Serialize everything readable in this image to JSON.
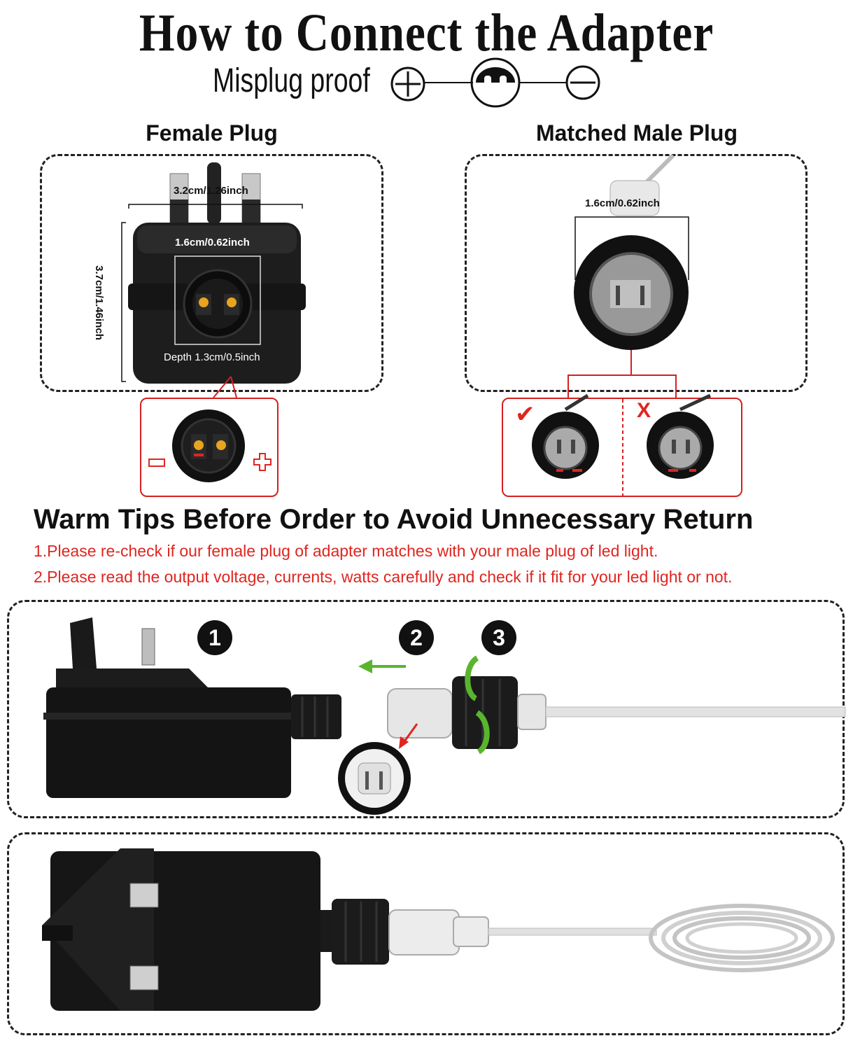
{
  "header": {
    "title": "How to Connect the Adapter",
    "misplug": "Misplug proof"
  },
  "female": {
    "heading": "Female Plug",
    "width": "3.2cm/1.26inch",
    "socket_width": "1.6cm/0.62inch",
    "height": "3.7cm/1.46inch",
    "depth": "Depth 1.3cm/0.5inch"
  },
  "male": {
    "heading": "Matched Male Plug",
    "width": "1.6cm/0.62inch",
    "correct_mark": "✔",
    "wrong_mark": "X"
  },
  "tips": {
    "heading": "Warm Tips Before Order to Avoid Unnecessary Return",
    "items": [
      "1.Please re-check if our female plug of adapter matches with your male plug of led light.",
      "2.Please read the output voltage, currents, watts carefully and check if it fit for your led light or not."
    ]
  },
  "steps": [
    "1",
    "2",
    "3"
  ],
  "colors": {
    "accent_red": "#e0251f",
    "arrow_green": "#5ab52e",
    "plug_black": "#1b1b1b"
  }
}
